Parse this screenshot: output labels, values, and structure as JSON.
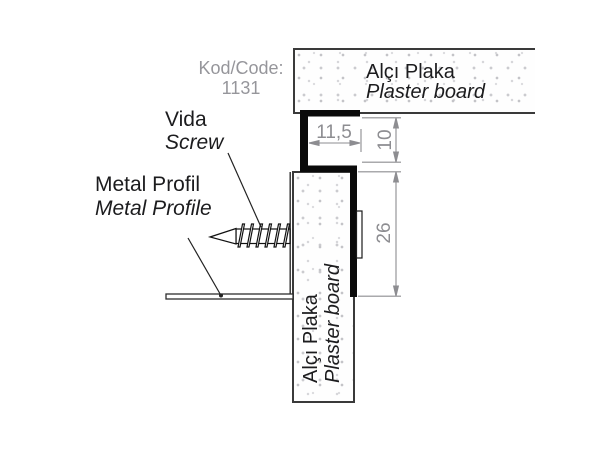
{
  "code": {
    "label": "Kod/Code:",
    "value": "1131"
  },
  "labels": {
    "screw": {
      "tr": "Vida",
      "en": "Screw"
    },
    "metal_profile": {
      "tr": "Metal Profil",
      "en": "Metal Profile"
    },
    "board_top": {
      "tr": "Alçı Plaka",
      "en": "Plaster board"
    },
    "board_side": {
      "tr": "Alçı Plaka",
      "en": "Plaster board"
    }
  },
  "dimensions": {
    "gap_width": "11,5",
    "gap_depth": "10",
    "flange_length": "26"
  },
  "colors": {
    "profile_black": "#0a0a0a",
    "dimension_gray": "#8d8d91",
    "code_gray": "#96969b",
    "board_line": "#3a3a3a",
    "label_text": "#1c1c1e",
    "background": "#ffffff"
  }
}
